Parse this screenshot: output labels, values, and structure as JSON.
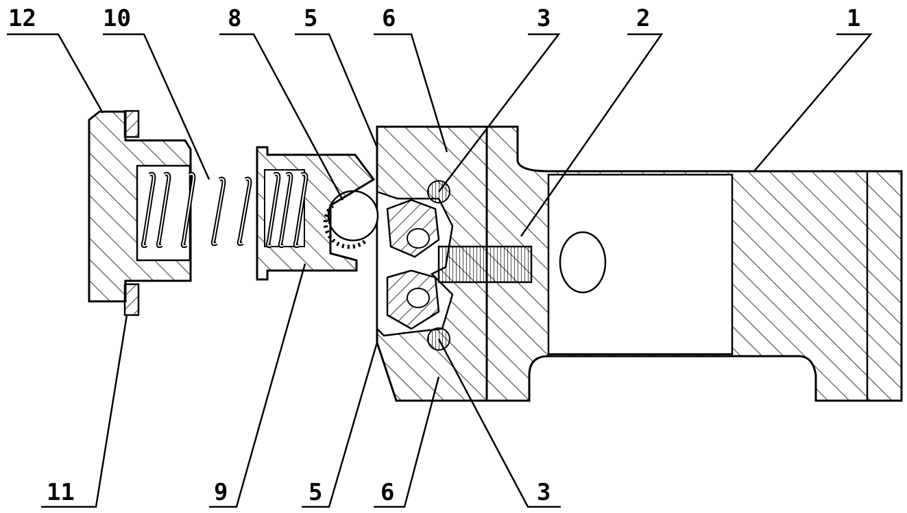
{
  "title": "Exploded assembly section drawing",
  "colors": {
    "line": "#000000",
    "background": "#ffffff"
  },
  "labels_top": [
    "12",
    "10",
    "8",
    "5",
    "6",
    "3",
    "2",
    "1"
  ],
  "labels_bottom": [
    "11",
    "9",
    "5",
    "6",
    "3"
  ]
}
